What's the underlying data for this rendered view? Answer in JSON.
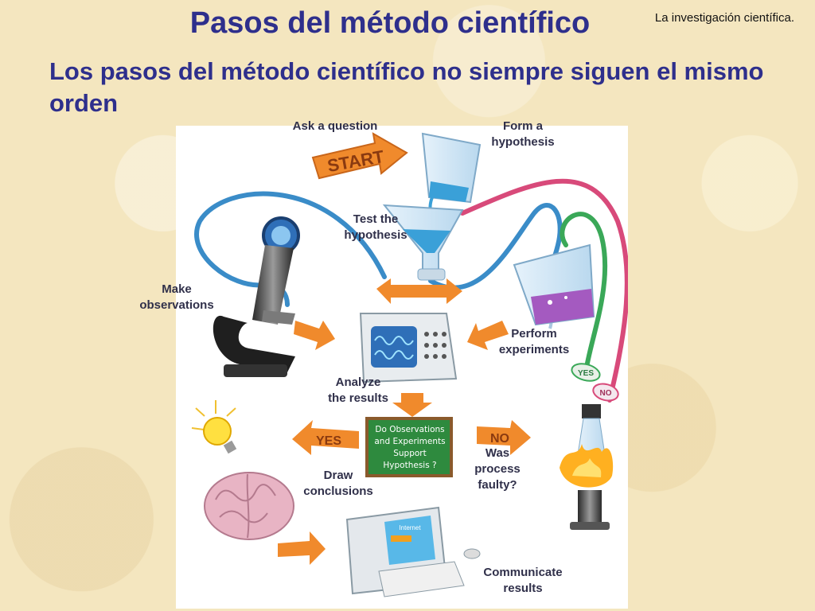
{
  "header": {
    "title": "Pasos del método científico",
    "corner_label": "La investigación científica."
  },
  "subtitle": "Los pasos del método científico no siempre siguen el mismo orden",
  "diagram": {
    "start_sign": "START",
    "yes_sign": "YES",
    "no_sign": "NO",
    "tag_yes": "YES",
    "tag_no": "NO",
    "board_text": "Do Observations\nand Experiments\nSupport\nHypothesis ?",
    "screen_text": "Internet",
    "steps": {
      "ask": "Ask a question",
      "form": "Form a\nhypothesis",
      "test": "Test the\nhypothesis",
      "observe": "Make\nobservations",
      "perform": "Perform\nexperiments",
      "analyze": "Analyze\nthe results",
      "conclude": "Draw\nconclusions",
      "faulty": "Was\nprocess\nfaulty?",
      "communicate": "Communicate\nresults"
    }
  },
  "colors": {
    "title": "#2e2f8c",
    "arrow": "#f08a2c",
    "tube_blue": "#3a8cc8",
    "tube_pink": "#d84a7a",
    "tube_green": "#3aa858",
    "board": "#2e8a3e"
  }
}
